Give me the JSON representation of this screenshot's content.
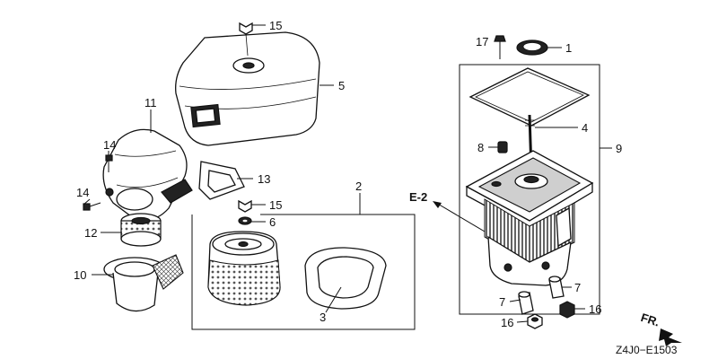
{
  "diagram": {
    "code": "Z4J0−E1503",
    "direction_label": "FR.",
    "reference_label": "E-2",
    "callouts": {
      "p1": "1",
      "p2": "2",
      "p3": "3",
      "p4": "4",
      "p5": "5",
      "p6": "6",
      "p7a": "7",
      "p7b": "7",
      "p8": "8",
      "p9": "9",
      "p10": "10",
      "p11": "11",
      "p12": "12",
      "p13": "13",
      "p14a": "14",
      "p14b": "14",
      "p15a": "15",
      "p15b": "15",
      "p16a": "16",
      "p16b": "16",
      "p17": "17"
    }
  }
}
